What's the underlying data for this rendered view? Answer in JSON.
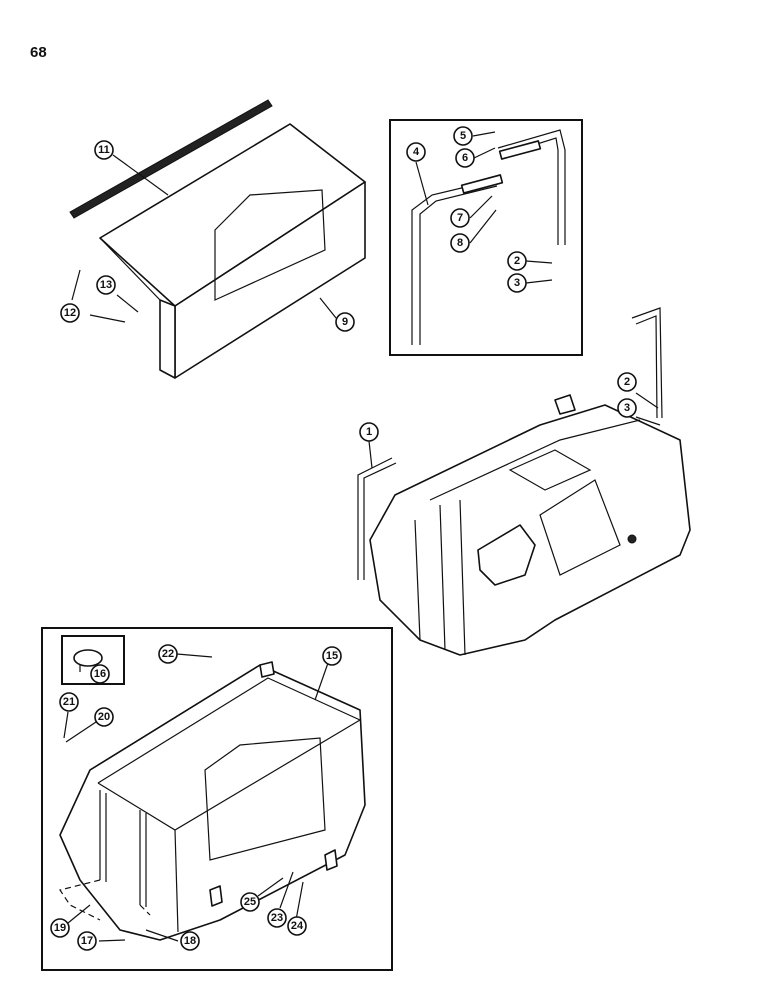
{
  "page": {
    "number": "68"
  },
  "callouts": {
    "c1": "1",
    "c2": "2",
    "c3": "3",
    "c4": "4",
    "c5": "5",
    "c6": "6",
    "c7": "7",
    "c8": "8",
    "c9": "9",
    "c11": "11",
    "c12": "12",
    "c13": "13",
    "c15": "15",
    "c16": "16",
    "c17": "17",
    "c18": "18",
    "c19": "19",
    "c20": "20",
    "c21": "21",
    "c22": "22",
    "c23": "23",
    "c24": "24",
    "c25": "25",
    "c2b": "2",
    "c3b": "3"
  }
}
